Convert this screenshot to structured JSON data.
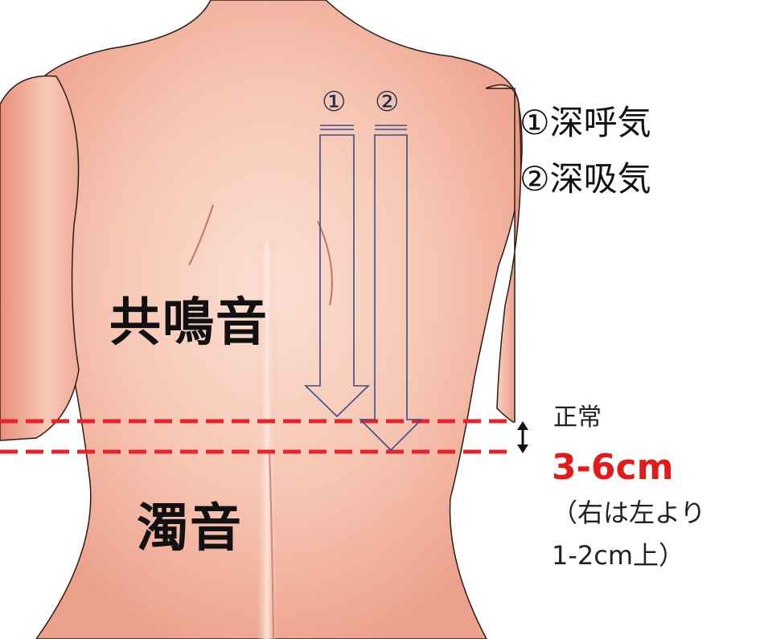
{
  "arrows": {
    "label_1": "①",
    "label_2": "②"
  },
  "legend": {
    "item_1": "①深呼気",
    "item_2": "②深吸気"
  },
  "zones": {
    "upper": "共鳴音",
    "lower": "濁音"
  },
  "measurement": {
    "label": "正常",
    "range": "3-6cm",
    "note_line1": "（右は左より",
    "note_line2": "1-2cm上）"
  },
  "colors": {
    "skin": "#f3b4a0",
    "dashed_line": "#e8242a",
    "arrow_outline": "#3b4f86",
    "range_text": "#e41919"
  }
}
